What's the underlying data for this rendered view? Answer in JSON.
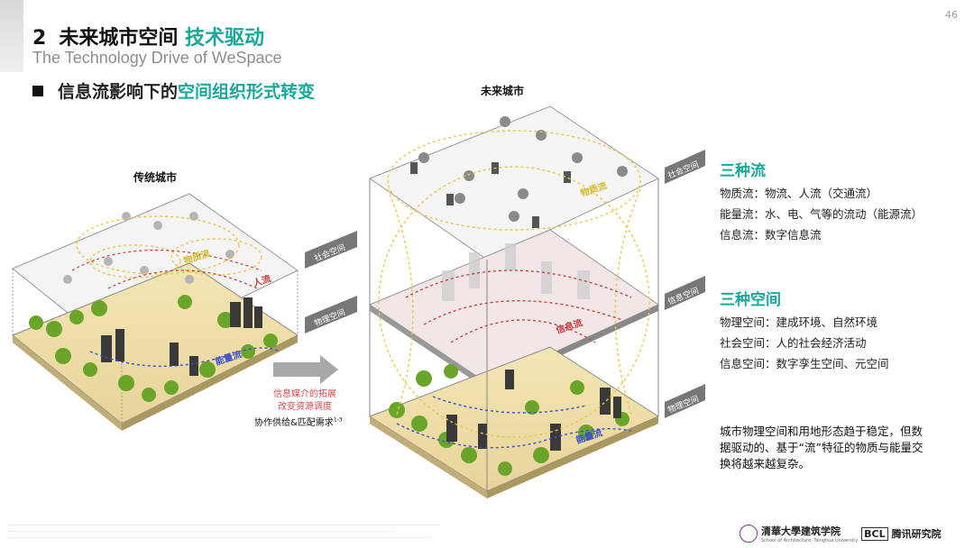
{
  "page_number": "46",
  "header": {
    "number": "2",
    "title_main": "未来城市空间",
    "title_accent": "技术驱动",
    "subtitle": "The Technology Drive of WeSpace"
  },
  "section_heading": {
    "main": "信息流影响下的",
    "accent": "空间组织形式转变"
  },
  "illustration": {
    "traditional_city_label": "传统城市",
    "future_city_label": "未来城市",
    "traditional_tags": {
      "social_space": "社会空间",
      "physical_space": "物理空间",
      "material_flow": "物质流",
      "people_flow": "人流",
      "energy_flow": "能量流"
    },
    "future_tags": {
      "social_space": "社会空间",
      "info_space": "信息空间",
      "physical_space": "物理空间",
      "material_flow": "物质流",
      "info_flow": "信息流",
      "energy_flow": "能量流"
    },
    "arrow_caption_line1": "信息媒介的拓展",
    "arrow_caption_line2": "改变资源调度",
    "arrow_caption_line3": "协作供给&匹配需求",
    "arrow_caption_sup": "1-3"
  },
  "three_flows": {
    "title": "三种流",
    "lines": [
      "物质流：物流、人流（交通流）",
      "能量流：水、电、气等的流动（能源流）",
      "信息流：数字信息流"
    ]
  },
  "three_spaces": {
    "title": "三种空间",
    "lines": [
      "物理空间：建成环境、自然环境",
      "社会空间：人的社会经济活动",
      "信息空间：数字孪生空间、元空间"
    ]
  },
  "conclusion": "城市物理空间和用地形态趋于稳定，但数据驱动的、基于“流”特征的物质与能量交换将越来越复杂。",
  "logos": {
    "university": "清華大學",
    "school": "建筑学院",
    "school_en": "School of Architecture, Tsinghua University",
    "lab": "BCL",
    "institute": "腾讯研究院"
  },
  "colors": {
    "accent": "#1aa89a",
    "arrow_caption": "#d24a4a",
    "flow_yellow": "#e9c94a",
    "flow_red": "#cf3b3b",
    "flow_blue": "#3a4fd0"
  }
}
